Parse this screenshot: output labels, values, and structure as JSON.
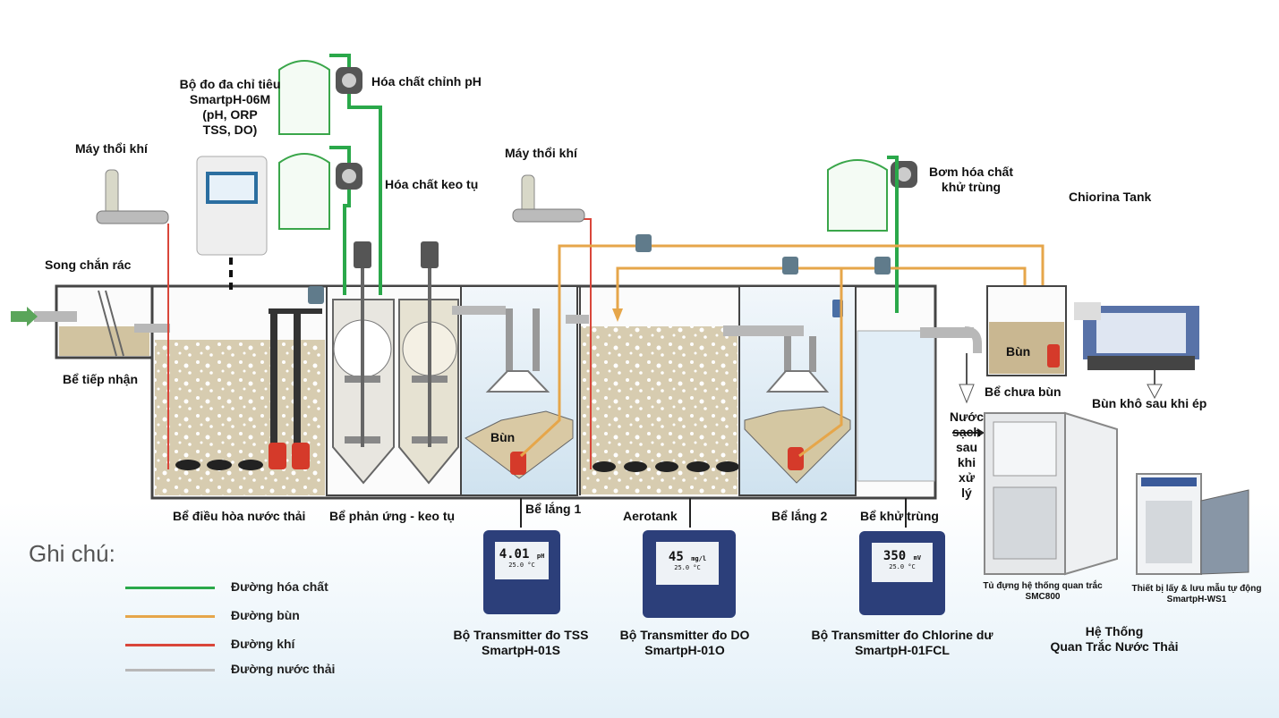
{
  "colors": {
    "chemical_line": "#2aa84a",
    "sludge_line": "#e6a64a",
    "air_line": "#d9463a",
    "wastewater_line": "#b8b8b8",
    "tank_outline": "#444444",
    "sludge_fill": "#cfc3a6",
    "water_fill": "#dbeaf4"
  },
  "labels": {
    "multi_meter": [
      "Bộ đo đa chỉ tiêu",
      "SmartpH-06M",
      "(pH, ORP",
      "TSS, DO)"
    ],
    "ph_chemical": "Hóa chất chỉnh pH",
    "coagulant_chemical": "Hóa chất keo tụ",
    "blower_left": "Máy thổi khí",
    "blower_right": "Máy thổi khí",
    "disinfect_pump": [
      "Bơm hóa chất",
      "khử trùng"
    ],
    "chlorine_tank": "Chiorina Tank",
    "screen": "Song chắn rác",
    "receiving_tank": "Bể tiếp nhận",
    "equalization_tank": "Bể điều hòa nước thải",
    "reaction_tank": "Bể phản ứng - keo tụ",
    "settling_1": "Bể lắng 1",
    "aerotank": "Aerotank",
    "settling_2": "Bể lắng 2",
    "disinfection_tank": "Bể khử trùng",
    "sludge_tank": "Bể chưa bùn",
    "sludge_word": "Bùn",
    "sludge_word_tank": "Bùn",
    "dry_sludge": "Bùn khô sau khi ép",
    "clean_water": [
      "Nước",
      "sạch",
      "sau",
      "khi",
      "xử",
      "lý"
    ],
    "cabinet": [
      "Tủ đựng hệ thống quan trắc",
      "SMC800"
    ],
    "sampler": [
      "Thiết bị lấy & lưu mẫu tự động",
      "SmartpH-WS1"
    ],
    "system": [
      "Hệ Thống",
      "Quan Trắc Nước Thải"
    ],
    "tss_transmitter": [
      "Bộ Transmitter đo TSS",
      "SmartpH-01S"
    ],
    "do_transmitter": [
      "Bộ Transmitter đo DO",
      "SmartpH-01O"
    ],
    "chlorine_transmitter": [
      "Bộ Transmitter đo Chlorine dư",
      "SmartpH-01FCL"
    ]
  },
  "displays": {
    "tss": {
      "value": "4.01",
      "unit": "pH",
      "temp": "25.0 °C"
    },
    "do": {
      "value": "45",
      "unit": "mg/l",
      "temp": "25.0 °C"
    },
    "chlorine": {
      "value": "350",
      "unit": "mV",
      "temp": "25.0 °C"
    }
  },
  "legend": {
    "title": "Ghi chú:",
    "items": [
      {
        "label": "Đường hóa chất",
        "color": "#2aa84a"
      },
      {
        "label": "Đường bùn",
        "color": "#e6a64a"
      },
      {
        "label": "Đường khí",
        "color": "#d9463a"
      },
      {
        "label": "Đường nước thải",
        "color": "#b8b8b8"
      }
    ]
  }
}
